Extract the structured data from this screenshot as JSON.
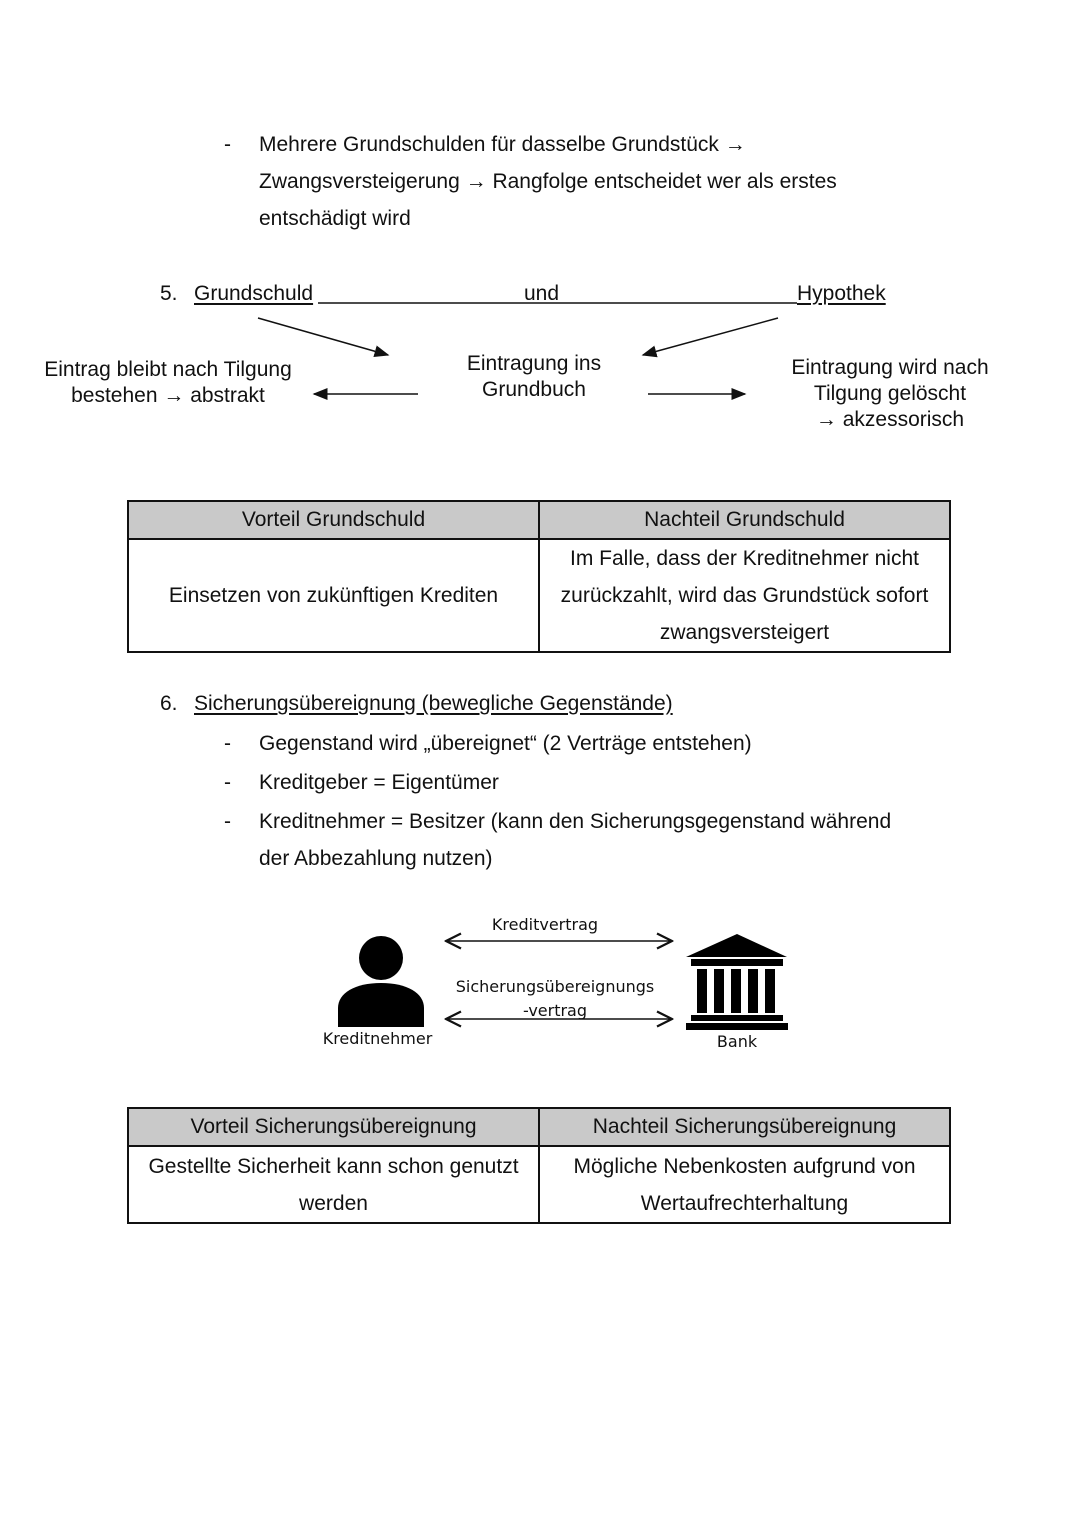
{
  "bullets_top": {
    "marker": "-",
    "line1": "Mehrere Grundschulden für dasselbe Grundstück →",
    "line2": "Zwangsversteigerung → Rangfolge entscheidet wer als erstes",
    "line3": "entschädigt wird"
  },
  "section5": {
    "number": "5.",
    "left_term": "Grundschuld",
    "middle": "und",
    "right_term": "Hypothek",
    "left_box_line1": "Eintrag bleibt nach Tilgung",
    "left_box_line2": "bestehen → abstrakt",
    "center_box_line1": "Eintragung ins",
    "center_box_line2": "Grundbuch",
    "right_box_line1": "Eintragung wird nach",
    "right_box_line2": "Tilgung gelöscht",
    "right_box_line3": "→ akzessorisch"
  },
  "table1": {
    "col1_header": "Vorteil Grundschuld",
    "col2_header": "Nachteil Grundschuld",
    "col1_cell": "Einsetzen von zukünftigen Krediten",
    "col2_cell_line1": "Im Falle, dass der Kreditnehmer nicht",
    "col2_cell_line2": "zurückzahlt, wird das Grundstück sofort",
    "col2_cell_line3": "zwangsversteigert"
  },
  "section6": {
    "number": "6.",
    "title": "Sicherungsübereignung (bewegliche Gegenstände)",
    "bullet1": "Gegenstand wird „übereignet“ (2 Verträge entstehen)",
    "bullet2": "Kreditgeber = Eigentümer",
    "bullet3_line1": "Kreditnehmer = Besitzer (kann den Sicherungsgegenstand während",
    "bullet3_line2": "der Abbezahlung nutzen)"
  },
  "diagram": {
    "person_label": "Kreditnehmer",
    "bank_label": "Bank",
    "arrow1_label": "Kreditvertrag",
    "arrow2_label_line1": "Sicherungsübereignungs",
    "arrow2_label_line2": "-vertrag",
    "icons": [
      "person-icon",
      "bank-icon"
    ]
  },
  "table2": {
    "col1_header": "Vorteil Sicherungsübereignung",
    "col2_header": "Nachteil Sicherungsübereignung",
    "col1_cell_line1": "Gestellte Sicherheit kann schon genutzt",
    "col1_cell_line2": "werden",
    "col2_cell_line1": "Mögliche Nebenkosten aufgrund von",
    "col2_cell_line2": "Wertaufrechterhaltung"
  }
}
